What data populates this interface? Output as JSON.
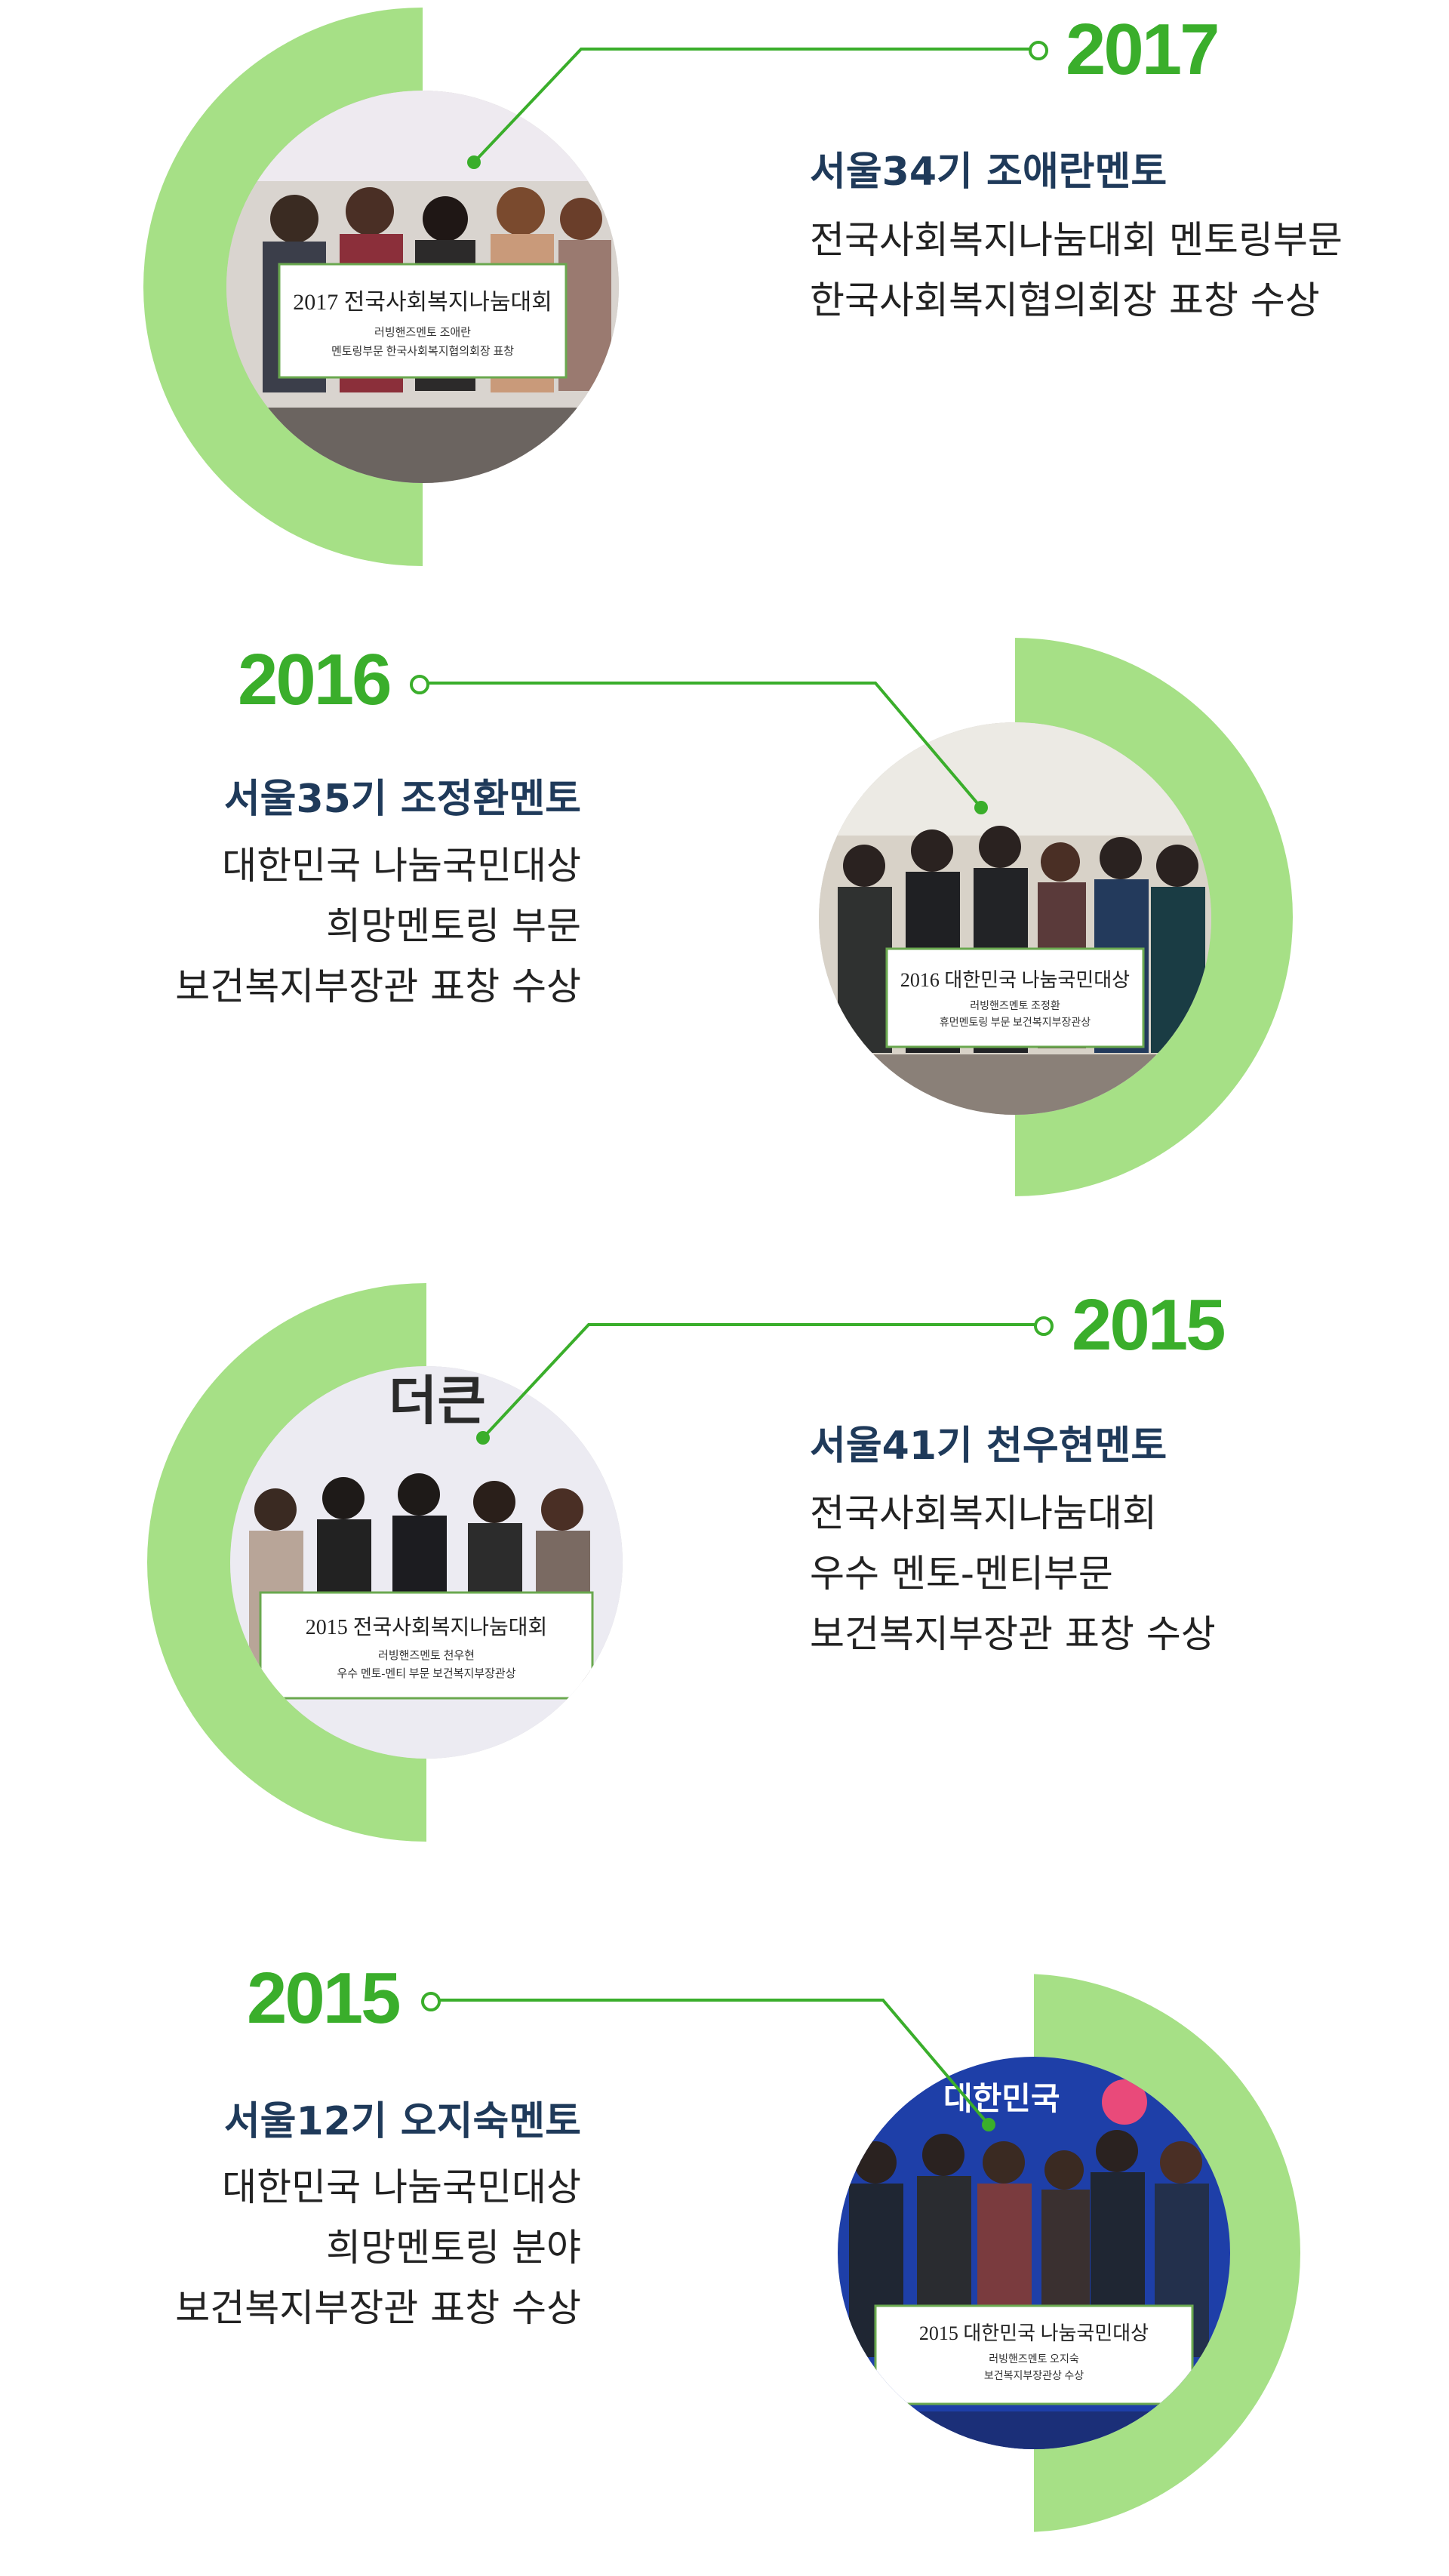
{
  "entries": [
    {
      "year": "2017",
      "title": "서울34기 조애란멘토",
      "lines": [
        "전국사회복지나눔대회 멘토링부문",
        "한국사회복지협의회장 표창 수상"
      ],
      "banner": {
        "main": "2017 전국사회복지나눔대회",
        "sub1": "러빙핸즈멘토 조애란",
        "sub2": "멘토링부문 한국사회복지협의회장 표창"
      }
    },
    {
      "year": "2016",
      "title": "서울35기 조정환멘토",
      "lines": [
        "대한민국 나눔국민대상",
        "희망멘토링 부문",
        "보건복지부장관 표창 수상"
      ],
      "banner": {
        "main": "2016 대한민국 나눔국민대상",
        "sub1": "러빙핸즈멘토 조정환",
        "sub2": "휴먼멘토링 부문 보건복지부장관상"
      }
    },
    {
      "year": "2015",
      "title": "서울41기 천우현멘토",
      "lines": [
        "전국사회복지나눔대회",
        "우수 멘토-멘티부문",
        "보건복지부장관 표창 수상"
      ],
      "banner": {
        "main": "2015 전국사회복지나눔대회",
        "sub1": "러빙핸즈멘토 천우현",
        "sub2": "우수 멘토-멘티 부문 보건복지부장관상"
      }
    },
    {
      "year": "2015",
      "title": "서울12기 오지숙멘토",
      "lines": [
        "대한민국 나눔국민대상",
        "희망멘토링 분야",
        "보건복지부장관 표창 수상"
      ],
      "banner": {
        "main": "2015 대한민국 나눔국민대상",
        "sub1": "러빙핸즈멘토 오지숙",
        "sub2": "보건복지부장관상 수상"
      }
    }
  ],
  "colors": {
    "accent": "#3aae2b",
    "arc": "#a6e086",
    "title": "#1f3a5a",
    "text": "#222222"
  }
}
